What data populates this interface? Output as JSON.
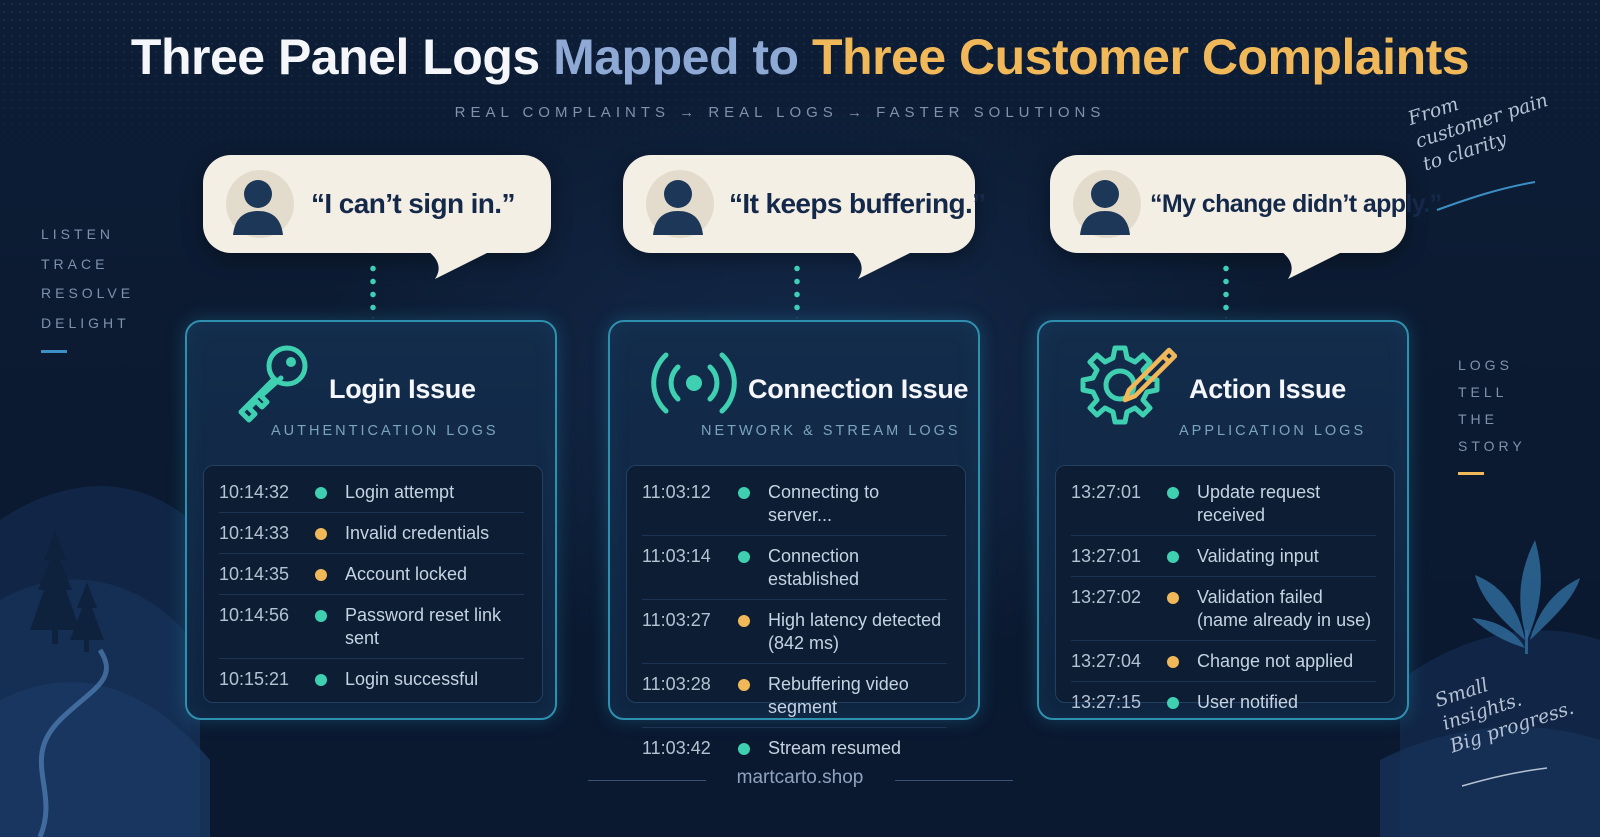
{
  "title": {
    "part1": "Three Panel Logs",
    "part2": "Mapped to",
    "part3": "Three Customer",
    "part4": "Complaints"
  },
  "subtitle": "REAL COMPLAINTS → REAL LOGS → FASTER SOLUTIONS",
  "side_left": [
    "LISTEN",
    "TRACE",
    "RESOLVE",
    "DELIGHT"
  ],
  "side_right": [
    "LOGS",
    "TELL",
    "THE",
    "STORY"
  ],
  "note_top": [
    "From",
    "customer pain",
    "to clarity"
  ],
  "note_bottom": [
    "Small",
    "insights.",
    "Big progress."
  ],
  "status_colors": {
    "ok": "#3ed0b0",
    "warn": "#f1b85a"
  },
  "panels": [
    {
      "complaint": "“I can’t sign in.”",
      "icon": "key-icon",
      "title": "Login Issue",
      "subtitle": "AUTHENTICATION LOGS",
      "logs": [
        {
          "time": "10:14:32",
          "status": "ok",
          "message": "Login attempt"
        },
        {
          "time": "10:14:33",
          "status": "warn",
          "message": "Invalid credentials"
        },
        {
          "time": "10:14:35",
          "status": "warn",
          "message": "Account locked"
        },
        {
          "time": "10:14:56",
          "status": "ok",
          "message": "Password reset link sent"
        },
        {
          "time": "10:15:21",
          "status": "ok",
          "message": "Login successful"
        }
      ]
    },
    {
      "complaint": "“It keeps buffering.”",
      "icon": "signal-icon",
      "title": "Connection Issue",
      "subtitle": "NETWORK & STREAM LOGS",
      "logs": [
        {
          "time": "11:03:12",
          "status": "ok",
          "message": "Connecting to server..."
        },
        {
          "time": "11:03:14",
          "status": "ok",
          "message": "Connection established"
        },
        {
          "time": "11:03:27",
          "status": "warn",
          "message": "High latency detected (842 ms)"
        },
        {
          "time": "11:03:28",
          "status": "warn",
          "message": "Rebuffering video segment"
        },
        {
          "time": "11:03:42",
          "status": "ok",
          "message": "Stream resumed"
        }
      ]
    },
    {
      "complaint": "“My change didn’t apply.”",
      "icon": "gear-pencil-icon",
      "title": "Action Issue",
      "subtitle": "APPLICATION LOGS",
      "logs": [
        {
          "time": "13:27:01",
          "status": "ok",
          "message": "Update request received"
        },
        {
          "time": "13:27:01",
          "status": "ok",
          "message": "Validating input"
        },
        {
          "time": "13:27:02",
          "status": "warn",
          "message": "Validation failed (name already in use)"
        },
        {
          "time": "13:27:04",
          "status": "warn",
          "message": "Change not applied"
        },
        {
          "time": "13:27:15",
          "status": "ok",
          "message": "User notified"
        }
      ]
    }
  ],
  "footer": "martcarto.shop"
}
